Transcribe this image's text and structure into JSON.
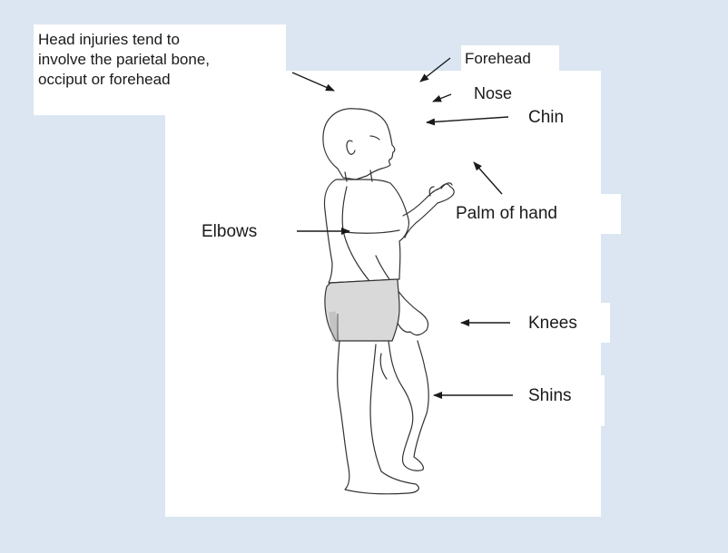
{
  "colors": {
    "background": "#dbe6f2",
    "panel": "#ffffff",
    "shorts": "#d9d9d9",
    "line": "#333333"
  },
  "annotation": {
    "note_lines": [
      "Head injuries tend to",
      "involve the parietal bone,",
      "occiput or forehead"
    ]
  },
  "labels": {
    "forehead": "Forehead",
    "nose": "Nose",
    "chin": "Chin",
    "palm": "Palm of hand",
    "elbows": "Elbows",
    "knees": "Knees",
    "shins": "Shins"
  },
  "figure": {
    "icon": "child-standing-side-view"
  }
}
